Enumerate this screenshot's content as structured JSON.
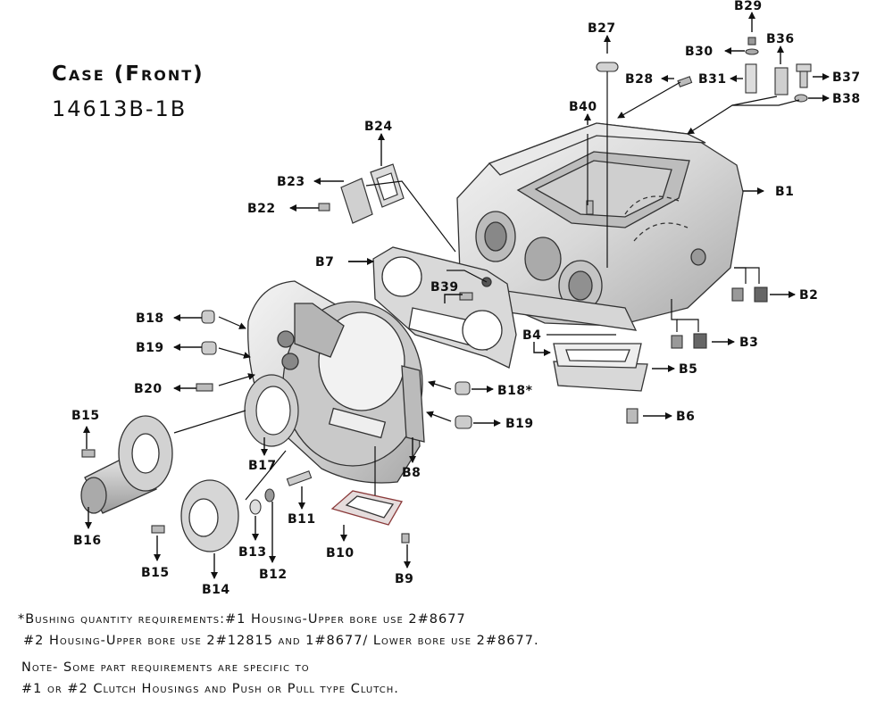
{
  "title": "Case (Front)",
  "part_number": "14613B-1B",
  "parts": {
    "B1": "B1",
    "B2": "B2",
    "B3": "B3",
    "B4": "B4",
    "B5": "B5",
    "B6": "B6",
    "B7": "B7",
    "B8": "B8",
    "B9": "B9",
    "B10": "B10",
    "B11": "B11",
    "B12": "B12",
    "B13": "B13",
    "B14": "B14",
    "B15a": "B15",
    "B15b": "B15",
    "B16": "B16",
    "B17": "B17",
    "B18a": "B18",
    "B18b": "B18*",
    "B19a": "B19",
    "B19b": "B19",
    "B20": "B20",
    "B22": "B22",
    "B23": "B23",
    "B24": "B24",
    "B27": "B27",
    "B28": "B28",
    "B29": "B29",
    "B30": "B30",
    "B31": "B31",
    "B36": "B36",
    "B37": "B37",
    "B38": "B38",
    "B39": "B39",
    "B40": "B40"
  },
  "notes": {
    "line1": "*Bushing quantity requirements:#1 Housing-Upper bore use 2#8677",
    "line2": "#2 Housing-Upper bore use 2#12815 and 1#8677/ Lower bore use 2#8677.",
    "line3": "Note- Some part requirements are specific to",
    "line4": "#1 or #2 Clutch Housings and Push or Pull type Clutch."
  }
}
